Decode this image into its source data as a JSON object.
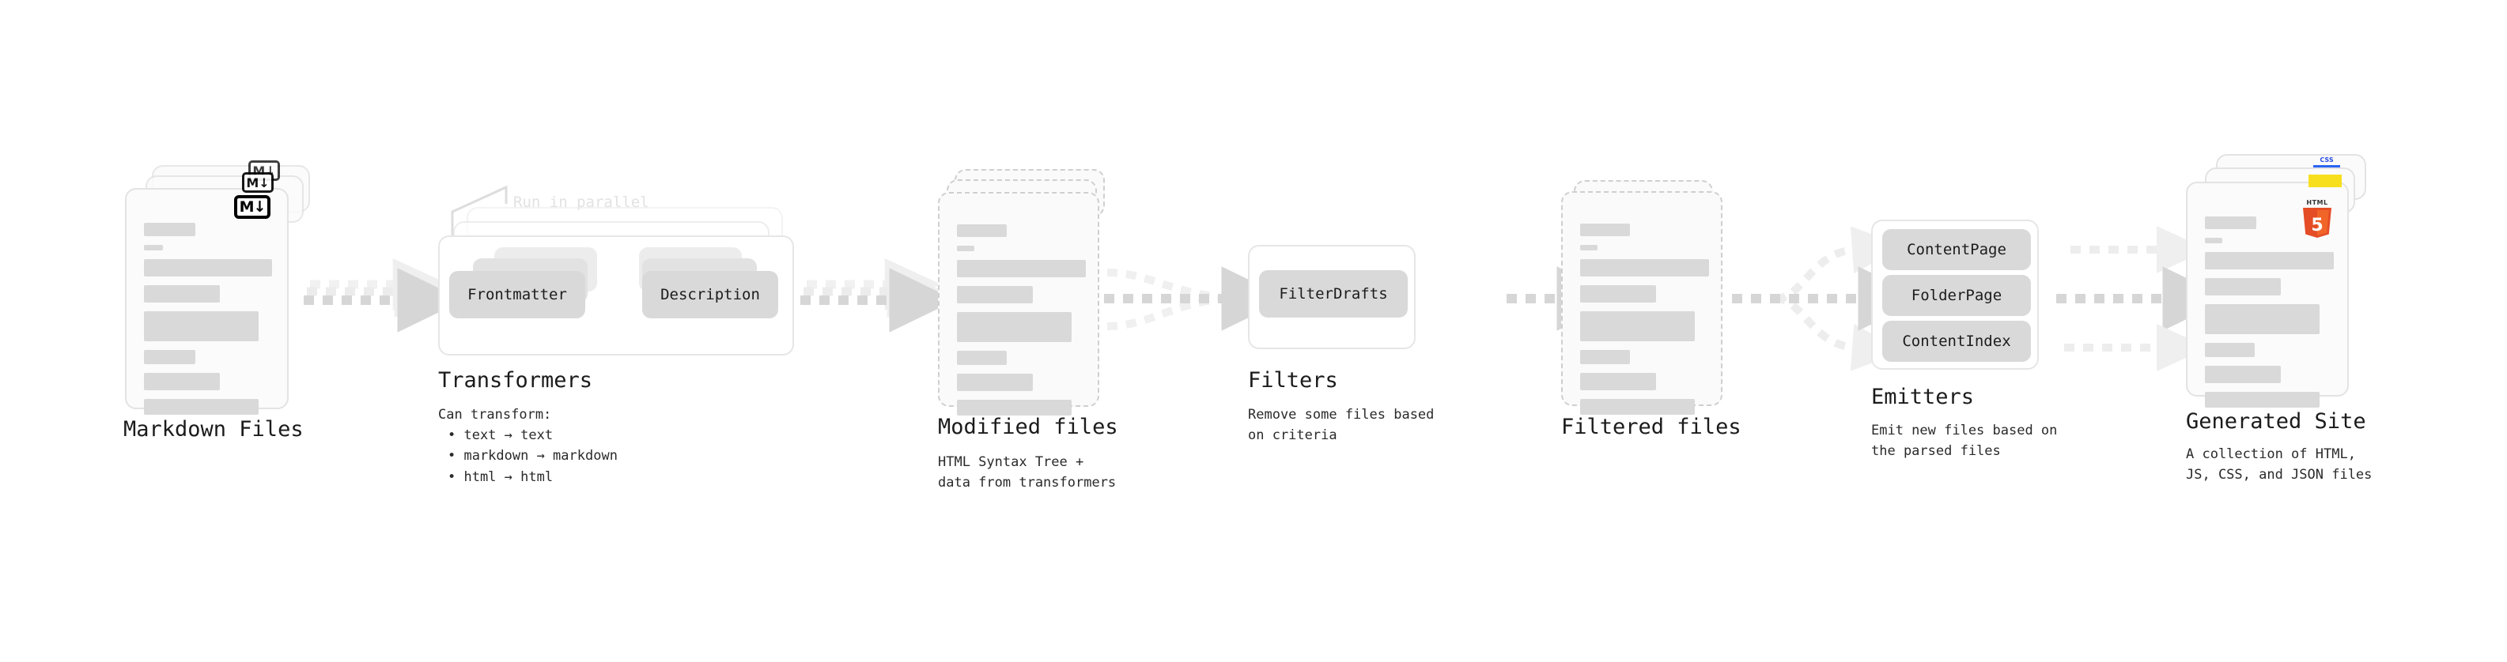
{
  "diagram": {
    "title_font_note": "monospace",
    "colors": {
      "bar": "#d9d9d9",
      "chip": "#d9d9d9",
      "arrow": "#d6d6d6",
      "arrow_faint": "#efefef",
      "card_border": "#e3e3e3",
      "dashed_border": "#cfcfcf",
      "html5_orange": "#e44d26",
      "html5_orange_light": "#f16529",
      "js_yellow": "#f7df1e",
      "css_blue": "#264de4",
      "text": "#1b1b1b",
      "note_text": "#e2e2e2"
    },
    "stages": [
      {
        "id": "markdown-files",
        "title": "Markdown Files",
        "subtitle": "",
        "badge": "markdown-badge",
        "badge_label": "M↓"
      },
      {
        "id": "transformers",
        "title": "Transformers",
        "subtitle": "Can transform:",
        "note": "Run in parallel",
        "chips": [
          "Frontmatter",
          "Description"
        ],
        "bullets": [
          "• text → text",
          "• markdown → markdown",
          "• html → html"
        ]
      },
      {
        "id": "modified-files",
        "title": "Modified files",
        "subtitle": "HTML Syntax Tree +\ndata from transformers"
      },
      {
        "id": "filters",
        "title": "Filters",
        "subtitle": "Remove some files based\non criteria",
        "chips": [
          "FilterDrafts"
        ]
      },
      {
        "id": "filtered-files",
        "title": "Filtered files",
        "subtitle": ""
      },
      {
        "id": "emitters",
        "title": "Emitters",
        "subtitle": "Emit new files based on\nthe parsed files",
        "chips": [
          "ContentPage",
          "FolderPage",
          "ContentIndex"
        ]
      },
      {
        "id": "generated-site",
        "title": "Generated Site",
        "subtitle": "A collection of HTML,\nJS, CSS, and JSON files",
        "badges": [
          "html5-badge",
          "js-badge",
          "css-badge"
        ],
        "badge_labels": {
          "html5": "HTML",
          "html5_num": "5",
          "js": "JS",
          "css": "CSS"
        }
      }
    ]
  }
}
